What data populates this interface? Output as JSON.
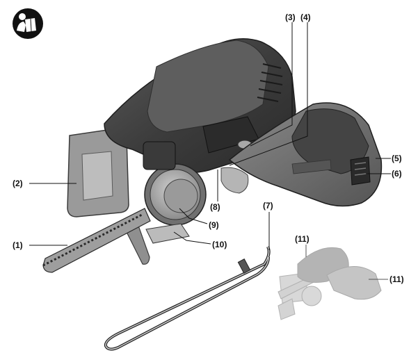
{
  "diagram": {
    "manual_icon": "read-manual-icon",
    "callouts": {
      "c1": "(1)",
      "c2": "(2)",
      "c3": "(3)",
      "c4": "(4)",
      "c5": "(5)",
      "c6": "(6)",
      "c7": "(7)",
      "c8": "(8)",
      "c9": "(9)",
      "c10": "(10)",
      "c11a": "(11)",
      "c11b": "(11)"
    }
  }
}
